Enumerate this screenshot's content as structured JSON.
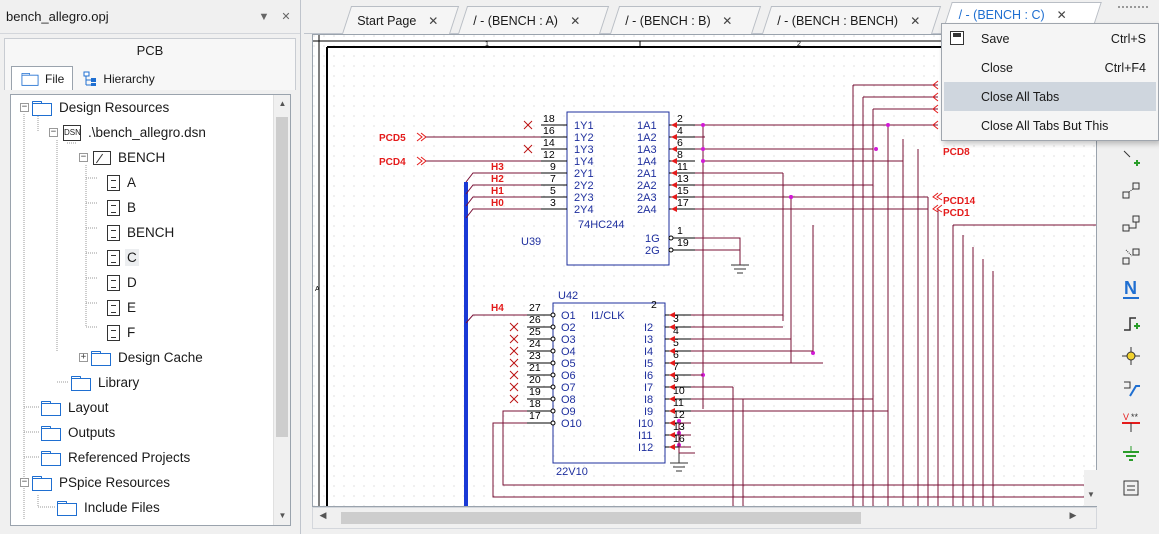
{
  "project_panel": {
    "filename": "bench_allegro.opj",
    "pin_icon": "▼",
    "close_icon": "✕",
    "header": "PCB",
    "tabs": [
      {
        "label": "File",
        "icon": "folder-icon"
      },
      {
        "label": "Hierarchy",
        "icon": "hierarchy-icon"
      }
    ],
    "tree": {
      "design_resources": "Design Resources",
      "design_file": ".\\bench_allegro.dsn",
      "bench_schematic": "BENCH",
      "pages": [
        "A",
        "B",
        "BENCH",
        "C",
        "D",
        "E",
        "F"
      ],
      "selected_page": "C",
      "design_cache": "Design Cache",
      "library": "Library",
      "layout": "Layout",
      "outputs": "Outputs",
      "referenced_projects": "Referenced Projects",
      "pspice_resources": "PSpice Resources",
      "include_files": "Include Files"
    }
  },
  "document_tabs": [
    {
      "label": "Start Page",
      "active": false
    },
    {
      "label": "/ - (BENCH : A)",
      "active": false
    },
    {
      "label": "/ - (BENCH : B)",
      "active": false
    },
    {
      "label": "/ - (BENCH : BENCH)",
      "active": false
    },
    {
      "label": "/ - (BENCH : C)",
      "active": true
    }
  ],
  "context_menu": {
    "items": [
      {
        "label": "Save",
        "shortcut": "Ctrl+S",
        "icon": "save-icon"
      },
      {
        "label": "Close",
        "shortcut": "Ctrl+F4"
      },
      {
        "label": "Close All Tabs",
        "highlighted": true
      },
      {
        "label": "Close All Tabs But This"
      }
    ]
  },
  "schematic": {
    "ruler_marks": [
      "1",
      "2"
    ],
    "side_mark": "A",
    "u39": {
      "ref": "U39",
      "value": "74HC244",
      "pins_left": [
        "1Y1",
        "1Y2",
        "1Y3",
        "1Y4",
        "2Y1",
        "2Y2",
        "2Y3",
        "2Y4"
      ],
      "pin_numbers_left": [
        "18",
        "16",
        "14",
        "12",
        "9",
        "7",
        "5",
        "3"
      ],
      "pins_right": [
        "1A1",
        "1A2",
        "1A3",
        "1A4",
        "2A1",
        "2A2",
        "2A3",
        "2A4"
      ],
      "pin_numbers_right": [
        "2",
        "4",
        "6",
        "8",
        "11",
        "13",
        "15",
        "17"
      ],
      "enable_pins": [
        "1G",
        "2G"
      ],
      "enable_pin_numbers": [
        "1",
        "19"
      ]
    },
    "u42": {
      "ref": "U42",
      "value": "22V10",
      "pins_left": [
        "O1",
        "O2",
        "O3",
        "O4",
        "O5",
        "O6",
        "O7",
        "O8",
        "O9",
        "O10"
      ],
      "pin_numbers_left": [
        "27",
        "26",
        "25",
        "24",
        "23",
        "21",
        "20",
        "19",
        "18",
        "17"
      ],
      "pins_right": [
        "I1/CLK",
        "I2",
        "I3",
        "I4",
        "I5",
        "I6",
        "I7",
        "I8",
        "I9",
        "I10",
        "I11",
        "I12"
      ],
      "pin_numbers_right": [
        "2",
        "3",
        "4",
        "5",
        "6",
        "7",
        "9",
        "10",
        "11",
        "12",
        "13",
        "16"
      ]
    },
    "offpage_left": [
      "PCD5",
      "PCD4"
    ],
    "offpage_right": [
      "PCD8",
      "PCD14",
      "PCD1"
    ],
    "bus_nets": [
      "H3",
      "H2",
      "H1",
      "H0",
      "H4"
    ]
  },
  "toolbar": {
    "tools": [
      "add-part-icon",
      "wire-icon",
      "wire-icon-2",
      "no-connect-icon",
      "net-alias-icon",
      "bus-icon",
      "bus-entry-icon",
      "junction-icon",
      "net-group-icon",
      "power-icon",
      "ground-icon"
    ]
  }
}
